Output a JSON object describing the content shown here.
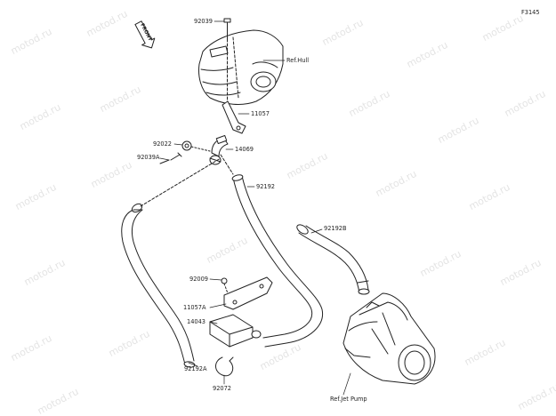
{
  "figure_code": "F3145",
  "front_label": "FRONT",
  "watermark_text": "motod.ru",
  "colors": {
    "line": "#222222",
    "watermark": "#e4e4e4",
    "background": "#ffffff"
  },
  "parts": [
    {
      "id": "92039",
      "label": "92039"
    },
    {
      "id": "ref-hull",
      "label": "Ref.Hull"
    },
    {
      "id": "11057",
      "label": "11057"
    },
    {
      "id": "92022",
      "label": "92022"
    },
    {
      "id": "14069",
      "label": "14069"
    },
    {
      "id": "92039A",
      "label": "92039A"
    },
    {
      "id": "92192",
      "label": "92192"
    },
    {
      "id": "92192B",
      "label": "92192B"
    },
    {
      "id": "92009",
      "label": "92009"
    },
    {
      "id": "11057A",
      "label": "11057A"
    },
    {
      "id": "14043",
      "label": "14043"
    },
    {
      "id": "92192A",
      "label": "92192A"
    },
    {
      "id": "92072",
      "label": "92072"
    },
    {
      "id": "ref-jet-pump",
      "label": "Ref.Jet Pump"
    }
  ]
}
